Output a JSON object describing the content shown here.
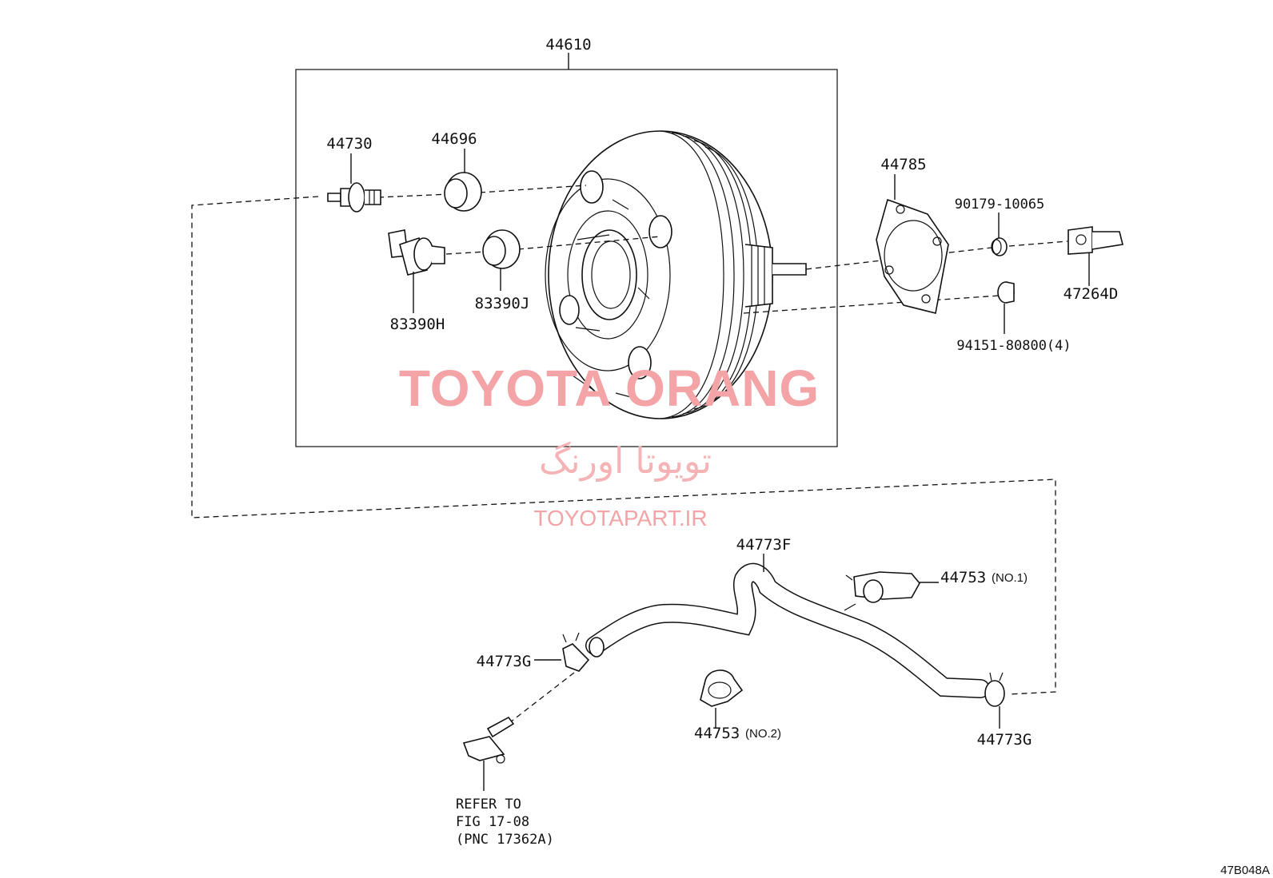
{
  "labels": {
    "assembly": "44610",
    "valve": "44730",
    "grommet_top": "44696",
    "sensor": "83390H",
    "grommet_low": "83390J",
    "gasket": "44785",
    "nut": "90179-10065",
    "clevis": "47264D",
    "pin": "94151-80800(4)",
    "hose": "44773F",
    "clamp_left": "44773G",
    "clamp_right": "44773G",
    "clip1": "44753",
    "clip1_note": "(NO.1)",
    "clip2": "44753",
    "clip2_note": "(NO.2)"
  },
  "reference": {
    "line1": "REFER TO",
    "line2": "FIG 17-08",
    "line3": "(PNC 17362A)"
  },
  "watermark": {
    "brand": "TOYOTA ORANG",
    "persian": "تویوتا اورنگ",
    "url": "TOYOTAPART.IR"
  },
  "diagram_code": "47B048A",
  "colors": {
    "ink": "#111111",
    "watermark": "#f4a3a6"
  }
}
